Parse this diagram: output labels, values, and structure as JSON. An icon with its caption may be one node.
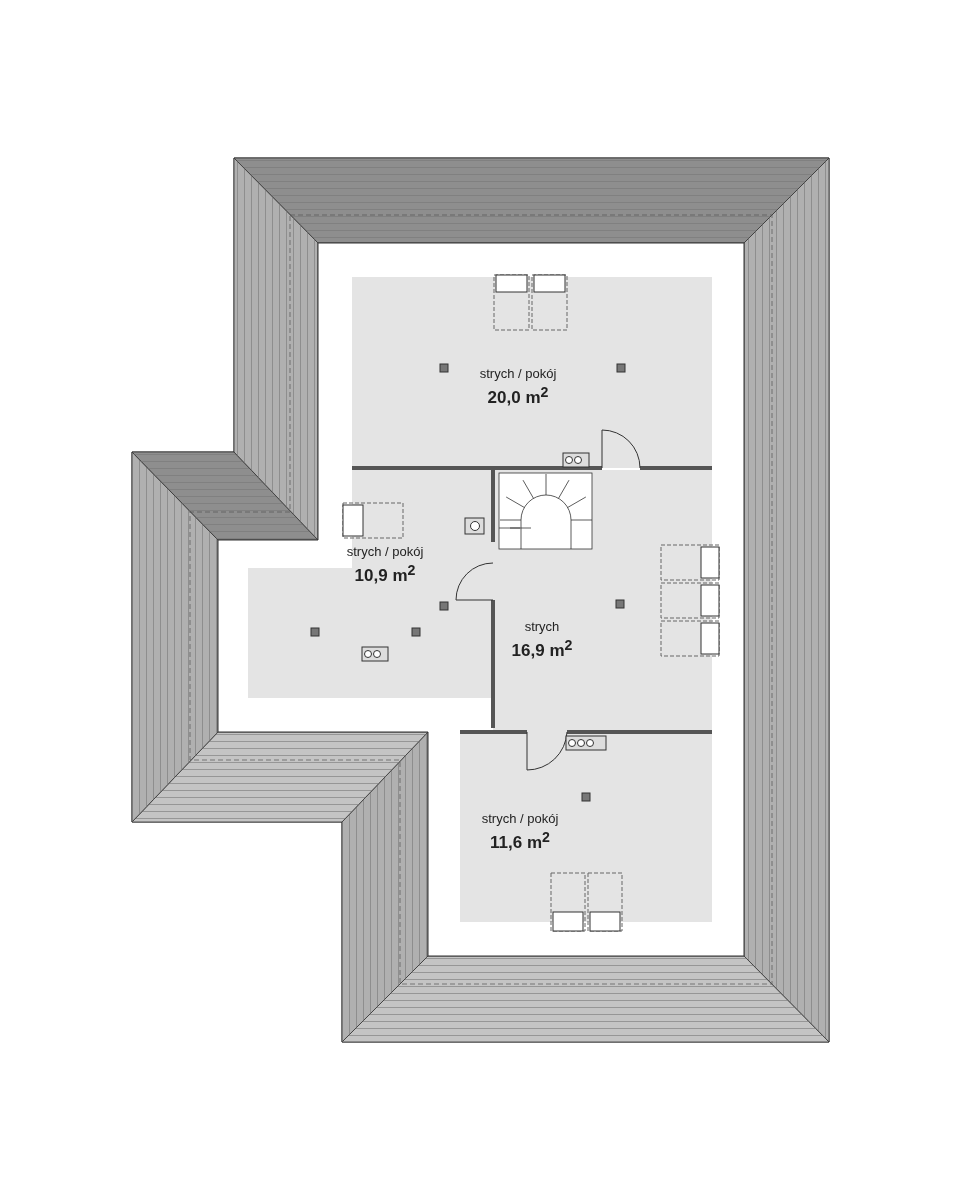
{
  "diagram": {
    "nodes": [
      {
        "text": [
          "strych / pokój",
          "20,0 m$^{2}$"
        ]
      },
      {
        "text": [
          "strych / pokój",
          "10,9 m$^{2}$"
        ]
      },
      {
        "text": [
          "strych",
          "16,9 m$^{2}$"
        ]
      },
      {
        "text": [
          "strych / pokój",
          "11,6 m$^{2}$"
        ]
      }
    ],
    "edges": []
  }
}
